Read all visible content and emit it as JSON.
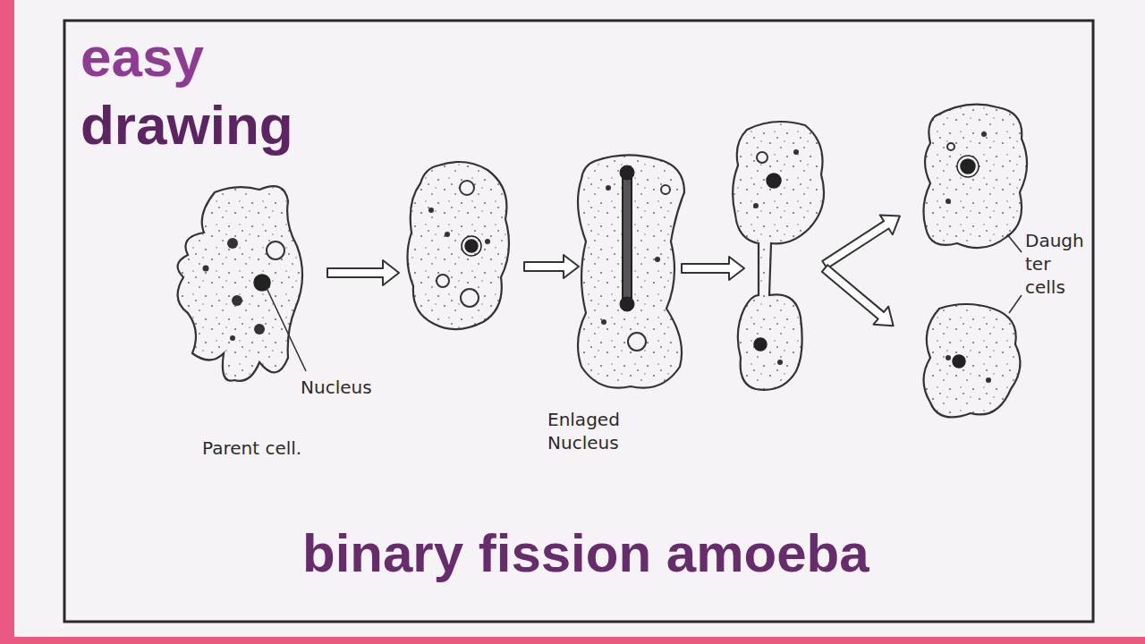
{
  "diagram": {
    "title": "easy drawing",
    "caption": "binary fission amoeba",
    "labels": [
      "Nucleus",
      "Parent cell.",
      "Enlaged Nucleus",
      "Daugh ter cells"
    ]
  }
}
